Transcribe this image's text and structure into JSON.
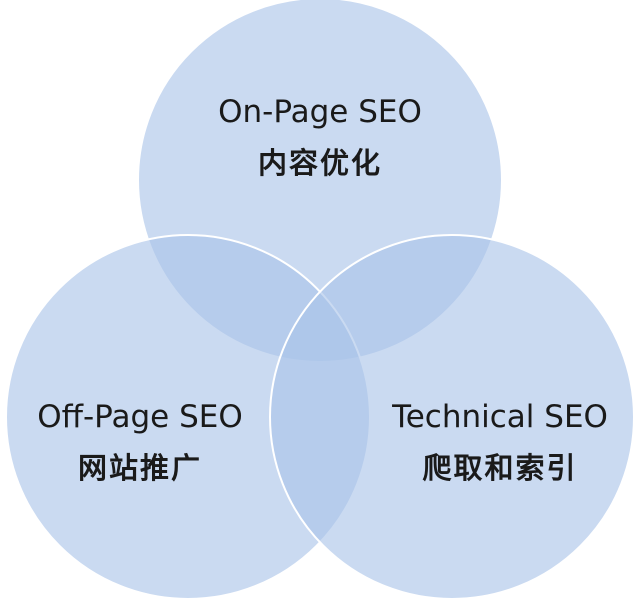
{
  "diagram": {
    "type": "venn",
    "fill_color": "#a9c4e8",
    "sets": [
      {
        "id": "on-page",
        "title": "On-Page SEO",
        "subtitle": "内容优化"
      },
      {
        "id": "off-page",
        "title": "Off-Page SEO",
        "subtitle": "网站推广"
      },
      {
        "id": "technical",
        "title": "Technical SEO",
        "subtitle": "爬取和索引"
      }
    ]
  }
}
